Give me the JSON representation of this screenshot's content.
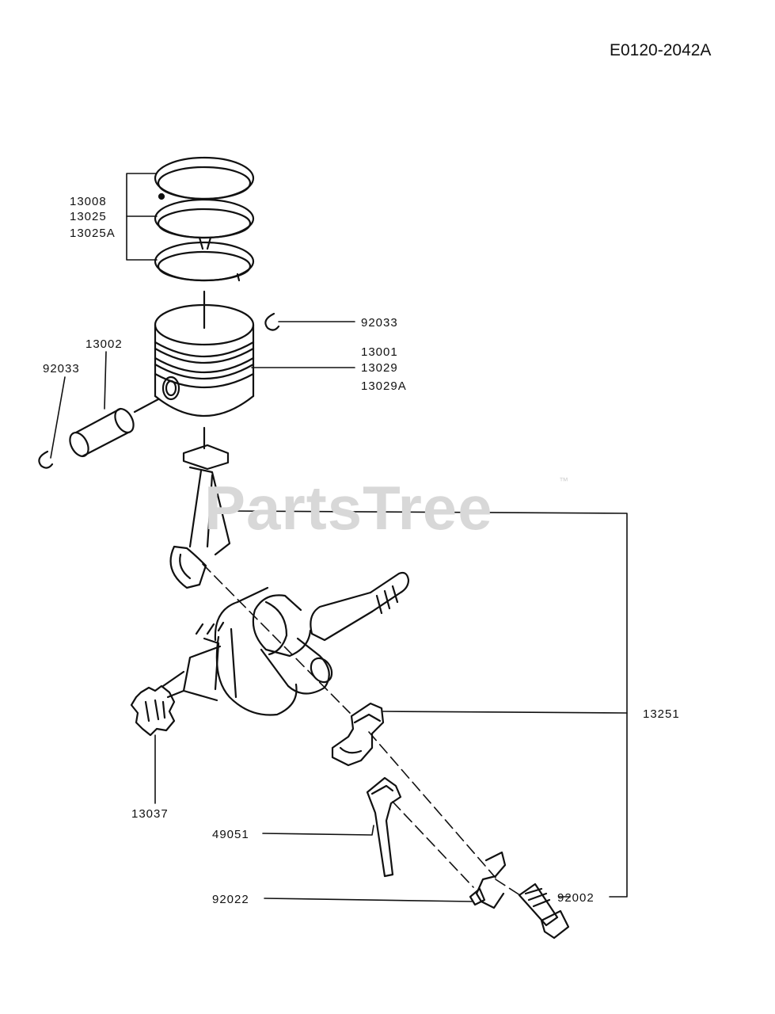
{
  "diagram_code": "E0120-2042A",
  "watermark": {
    "text": "PartsTree",
    "tm": "™"
  },
  "parts": {
    "ring_set": [
      "13008",
      "13025",
      "13025A"
    ],
    "clip_right": "92033",
    "pin": "13002",
    "clip_left": "92033",
    "piston": [
      "13001",
      "13029",
      "13029A"
    ],
    "rod_assembly": "13251",
    "gear": "13037",
    "dipper": "49051",
    "lock_plate": "92022",
    "bolt": "92002"
  }
}
